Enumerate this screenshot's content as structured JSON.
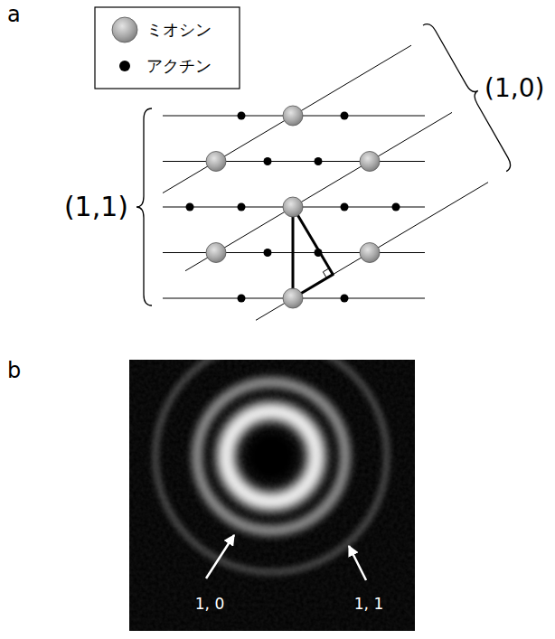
{
  "diagram": {
    "labels": [
      "a",
      "(1,1)",
      "(1,0)",
      "b",
      "1, 0",
      "1, 1"
    ],
    "legend": [
      {
        "text": "ミオシン"
      },
      {
        "text": "アクチン"
      }
    ]
  }
}
